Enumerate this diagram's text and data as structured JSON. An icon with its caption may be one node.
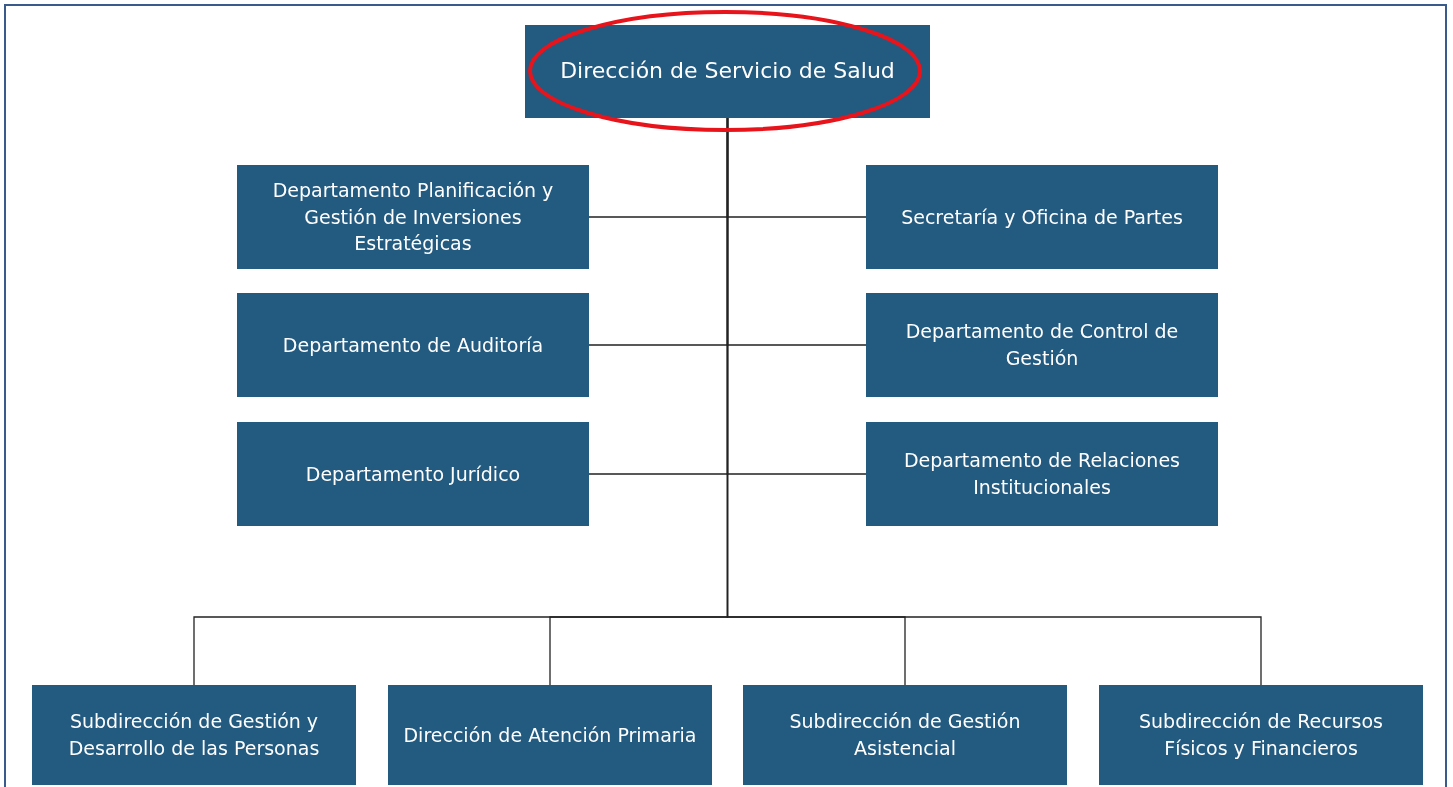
{
  "diagram": {
    "nodes": [
      {
        "text": [
          "Dirección de Servicio de Salud"
        ]
      },
      {
        "text": [
          "Departamento Planificación y Gestión de Inversiones Estratégicas"
        ]
      },
      {
        "text": [
          "Secretaría y Oficina de Partes"
        ]
      },
      {
        "text": [
          "Departamento de Auditoría"
        ]
      },
      {
        "text": [
          "Departamento de Control de Gestión"
        ]
      },
      {
        "text": [
          "Departamento Jurídico"
        ]
      },
      {
        "text": [
          "Departamento de Relaciones Institucionales"
        ]
      },
      {
        "text": [
          "Subdirección de Gestión y Desarrollo de las Personas"
        ]
      },
      {
        "text": [
          "Dirección de Atención Primaria"
        ]
      },
      {
        "text": [
          "Subdirección de Gestión Asistencial"
        ]
      },
      {
        "text": [
          "Subdirección de Recursos Físicos y Financieros"
        ]
      }
    ],
    "edges": [
      {
        "from": 0,
        "to": 1,
        "arrow": "none"
      },
      {
        "from": 0,
        "to": 2,
        "arrow": "none"
      },
      {
        "from": 0,
        "to": 3,
        "arrow": "none"
      },
      {
        "from": 0,
        "to": 4,
        "arrow": "none"
      },
      {
        "from": 0,
        "to": 5,
        "arrow": "none"
      },
      {
        "from": 0,
        "to": 6,
        "arrow": "none"
      },
      {
        "from": 0,
        "to": 7,
        "arrow": "none"
      },
      {
        "from": 0,
        "to": 8,
        "arrow": "none"
      },
      {
        "from": 0,
        "to": 9,
        "arrow": "none"
      },
      {
        "from": 0,
        "to": 10,
        "arrow": "none"
      }
    ]
  }
}
